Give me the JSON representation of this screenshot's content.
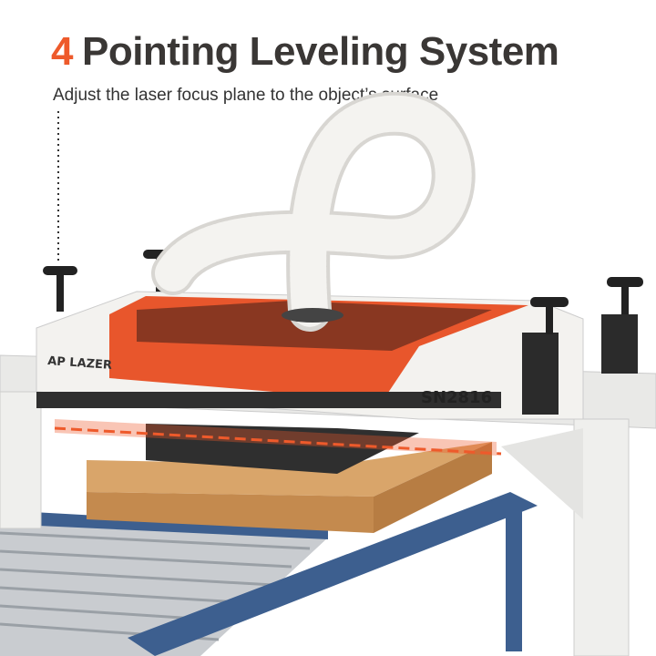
{
  "title": {
    "number": "4",
    "text": "Pointing Leveling System"
  },
  "subtitle": "Adjust the laser focus plane to the object’s surface",
  "machine": {
    "brand": "AP LAZER",
    "model": "SN2816"
  },
  "colors": {
    "accent": "#ee5a2b",
    "title": "#3a3735",
    "body": "#f0efec",
    "lid": "#e8562c",
    "conveyor": "#3d5f8f"
  }
}
